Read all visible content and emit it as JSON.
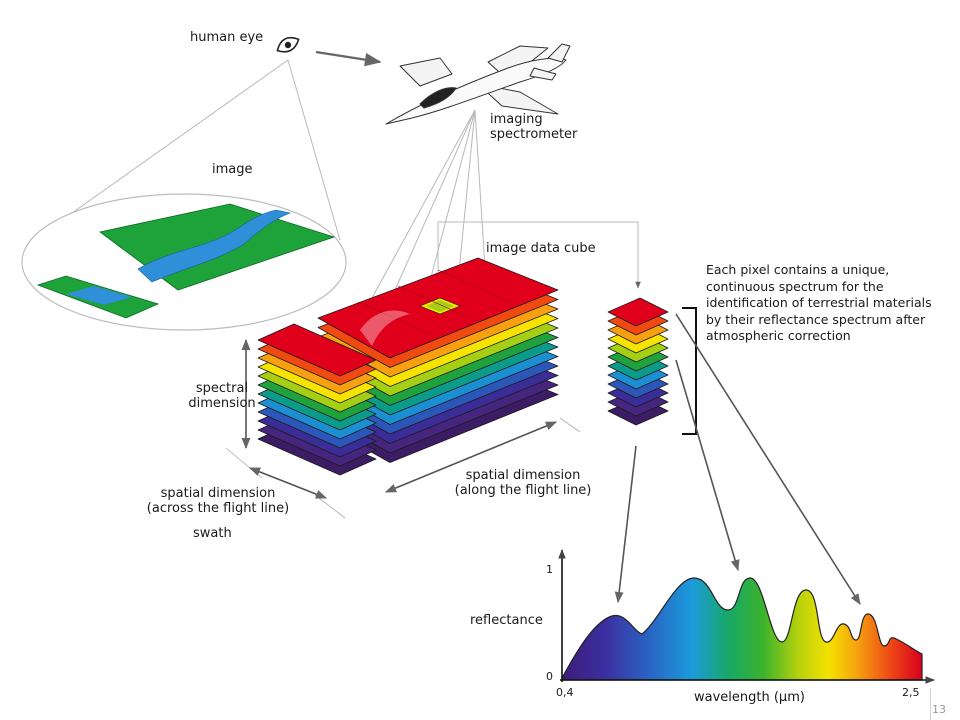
{
  "labels": {
    "human_eye": "human eye",
    "imaging_spectrometer": "imaging\nspectrometer",
    "image": "image",
    "image_data_cube": "image data cube",
    "spectral_dimension": "spectral\ndimension",
    "spatial_across": "spatial dimension\n(across the flight line)",
    "swath": "swath",
    "spatial_along": "spatial dimension\n(along the flight line)",
    "pixel_note": "Each pixel contains a unique,\ncontinuous spectrum for the\nidentification of terrestrial materials\nby their reflectance spectrum after\natmospheric correction"
  },
  "spectrum_plot": {
    "ylabel": "reflectance",
    "xlabel": "wavelength (µm)",
    "y_ticks": [
      "1",
      "0"
    ],
    "x_ticks": [
      "0,4",
      "2,5"
    ]
  },
  "page_number": "13",
  "colors": {
    "layer_bands": [
      "#e0001b",
      "#f04a12",
      "#f8a010",
      "#f6e300",
      "#a5cf14",
      "#1fa13e",
      "#0c9b8a",
      "#1c8fd2",
      "#2b57b8",
      "#3a2d98",
      "#45257e",
      "#3d1c66"
    ],
    "land_green": "#1ea33a",
    "river_blue": "#2f8fd8",
    "arrow_gray": "#666666"
  }
}
